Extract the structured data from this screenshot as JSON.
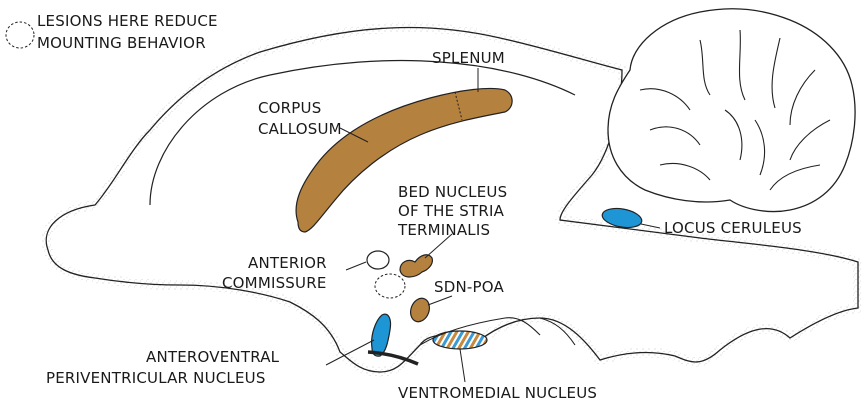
{
  "legend": {
    "line1": "LESIONS HERE REDUCE",
    "line2": "MOUNTING BEHAVIOR"
  },
  "labels": {
    "splenum": "SPLENUM",
    "corpus_callosum_1": "CORPUS",
    "corpus_callosum_2": "CALLOSUM",
    "bnst_1": "BED NUCLEUS",
    "bnst_2": "OF THE STRIA",
    "bnst_3": "TERMINALIS",
    "locus_ceruleus": "LOCUS CERULEUS",
    "anterior_commissure_1": "ANTERIOR",
    "anterior_commissure_2": "COMMISSURE",
    "sdn_poa": "SDN-POA",
    "avpv_1": "ANTEROVENTRAL",
    "avpv_2": "PERIVENTRICULAR NUCLEUS",
    "ventromedial": "VENTROMEDIAL NUCLEUS"
  },
  "colors": {
    "brown_structure": "#b5813f",
    "blue_structure": "#1e96d6",
    "hatch_stripe": "#c8883e",
    "hatch_stripe_2": "#3a9ad6",
    "outline": "#222222",
    "stipple": "#bdbdbd"
  }
}
